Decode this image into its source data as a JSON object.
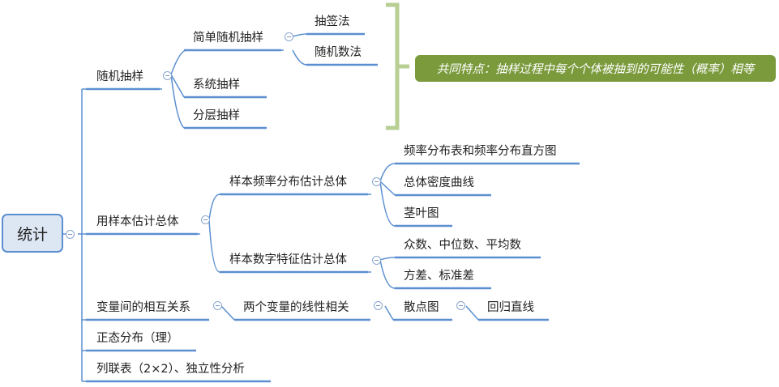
{
  "root": {
    "label": "统计"
  },
  "random_sampling": {
    "label": "随机抽样",
    "simple": {
      "label": "简单随机抽样",
      "children": [
        "抽签法",
        "随机数法"
      ]
    },
    "systematic": "系统抽样",
    "stratified": "分层抽样",
    "common_feature": "共同特点：抽样过程中每个个体被抽到的可能性（概率）相等"
  },
  "estimate": {
    "label": "用样本估计总体",
    "freq": {
      "label": "样本频率分布估计总体",
      "children": [
        "频率分布表和频率分布直方图",
        "总体密度曲线",
        "茎叶图"
      ]
    },
    "numeric": {
      "label": "样本数字特征估计总体",
      "children": [
        "众数、中位数、平均数",
        "方差、标准差"
      ]
    }
  },
  "correlation": {
    "label": "变量间的相互关系",
    "linear": "两个变量的线性相关",
    "scatter": "散点图",
    "regression": "回归直线"
  },
  "normal": "正态分布（理）",
  "contingency": "列联表（2×2）、独立性分析",
  "colors": {
    "line": "#5b8fd0",
    "root_fill": "#dde6f3",
    "callout_fill": "#7a9a3c",
    "brace": "#b8cf94"
  }
}
